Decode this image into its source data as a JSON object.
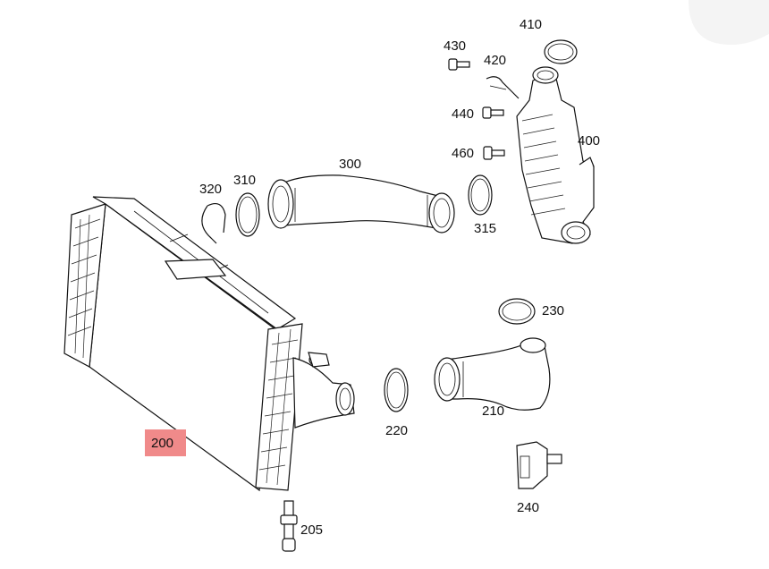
{
  "diagram": {
    "highlight_color": "#f08a8a",
    "callouts": {
      "p410": "410",
      "p430": "430",
      "p420": "420",
      "p440": "440",
      "p400": "400",
      "p460": "460",
      "p300": "300",
      "p320": "320",
      "p310": "310",
      "p315": "315",
      "p230": "230",
      "p210": "210",
      "p220": "220",
      "p200": "200",
      "p240": "240",
      "p205": "205"
    }
  }
}
